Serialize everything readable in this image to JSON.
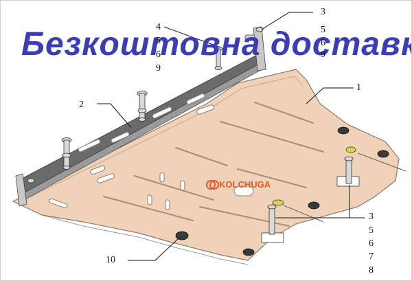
{
  "banner": {
    "text": "Безкоштовна доставка",
    "color": "#3c3cb4"
  },
  "brand": {
    "name": "KOLCHUGA",
    "color": "#e05a2a"
  },
  "colors": {
    "plate": "#efd2b8",
    "plate_edge": "#8a7a6c",
    "hardware": "#cfcfcf",
    "washer": "#e0d050"
  },
  "callouts": {
    "top_right": [
      "3",
      "5",
      "6",
      "9"
    ],
    "top_mid": [
      "4",
      "5",
      "6",
      "9"
    ],
    "right_part": "1",
    "left_part": "2",
    "lower_right": [
      "3",
      "5",
      "6",
      "7",
      "8"
    ],
    "bottom_left": "10"
  }
}
